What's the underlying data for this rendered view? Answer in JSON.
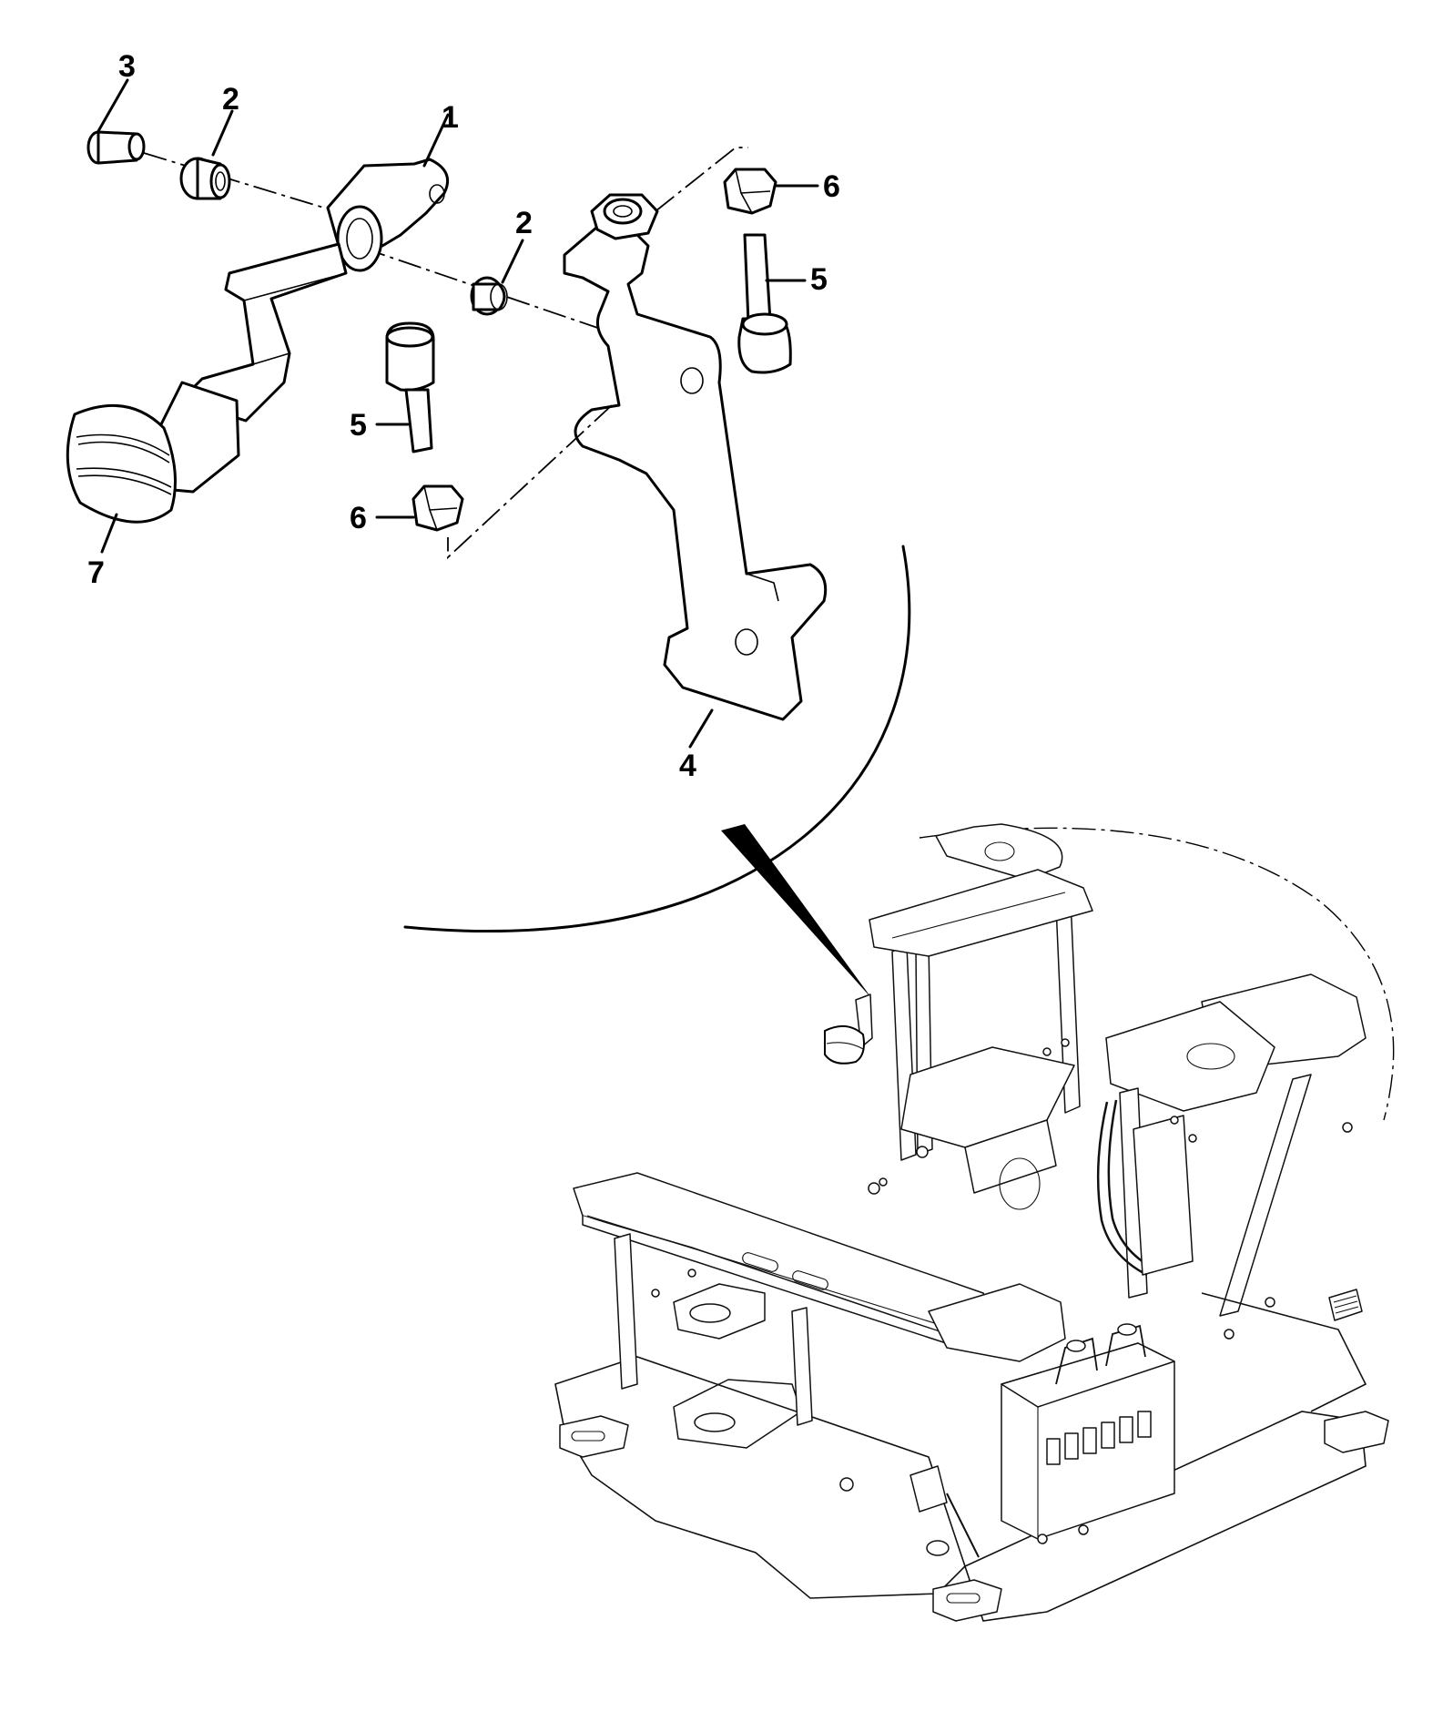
{
  "callouts": {
    "c1": "1",
    "c2a": "2",
    "c2b": "2",
    "c3": "3",
    "c4": "4",
    "c5a": "5",
    "c5b": "5",
    "c6a": "6",
    "c6b": "6",
    "c7": "7"
  },
  "parts": [
    {
      "no": "1",
      "icon": "pedal-arm"
    },
    {
      "no": "2",
      "icon": "bushing"
    },
    {
      "no": "3",
      "icon": "pin"
    },
    {
      "no": "4",
      "icon": "mounting-bracket"
    },
    {
      "no": "5",
      "icon": "bolt"
    },
    {
      "no": "6",
      "icon": "hex-nut"
    },
    {
      "no": "7",
      "icon": "pedal-pad"
    }
  ]
}
